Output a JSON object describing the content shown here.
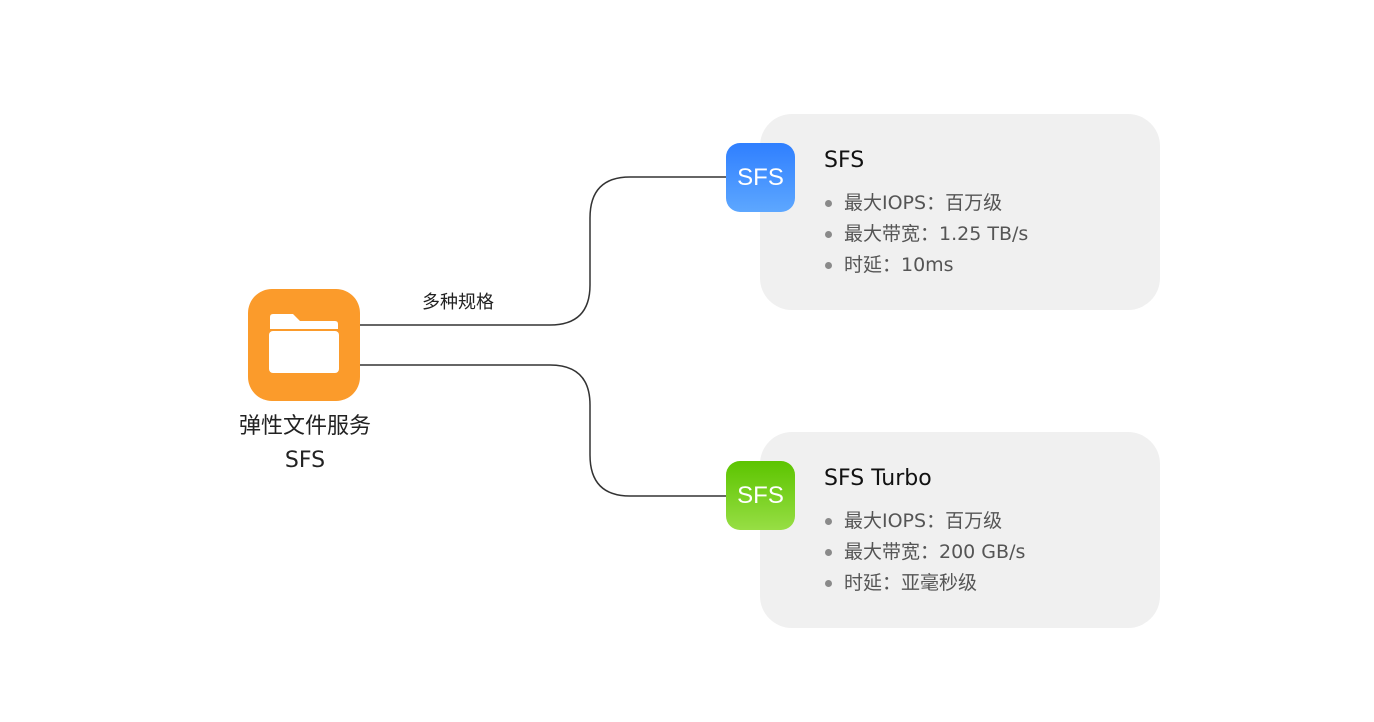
{
  "source": {
    "icon": "folder-icon",
    "color": "#fb9b2b",
    "label_line1": "弹性文件服务",
    "label_line2": "SFS"
  },
  "edge_label": "多种规格",
  "cards": [
    {
      "badge": "SFS",
      "badge_color": "#2f7fff",
      "title": "SFS",
      "items": [
        "最大IOPS：百万级",
        "最大带宽：1.25 TB/s",
        "时延：10ms"
      ]
    },
    {
      "badge": "SFS",
      "badge_color": "#5cc400",
      "title": "SFS Turbo",
      "items": [
        "最大IOPS：百万级",
        "最大带宽：200 GB/s",
        "时延：亚毫秒级"
      ]
    }
  ]
}
